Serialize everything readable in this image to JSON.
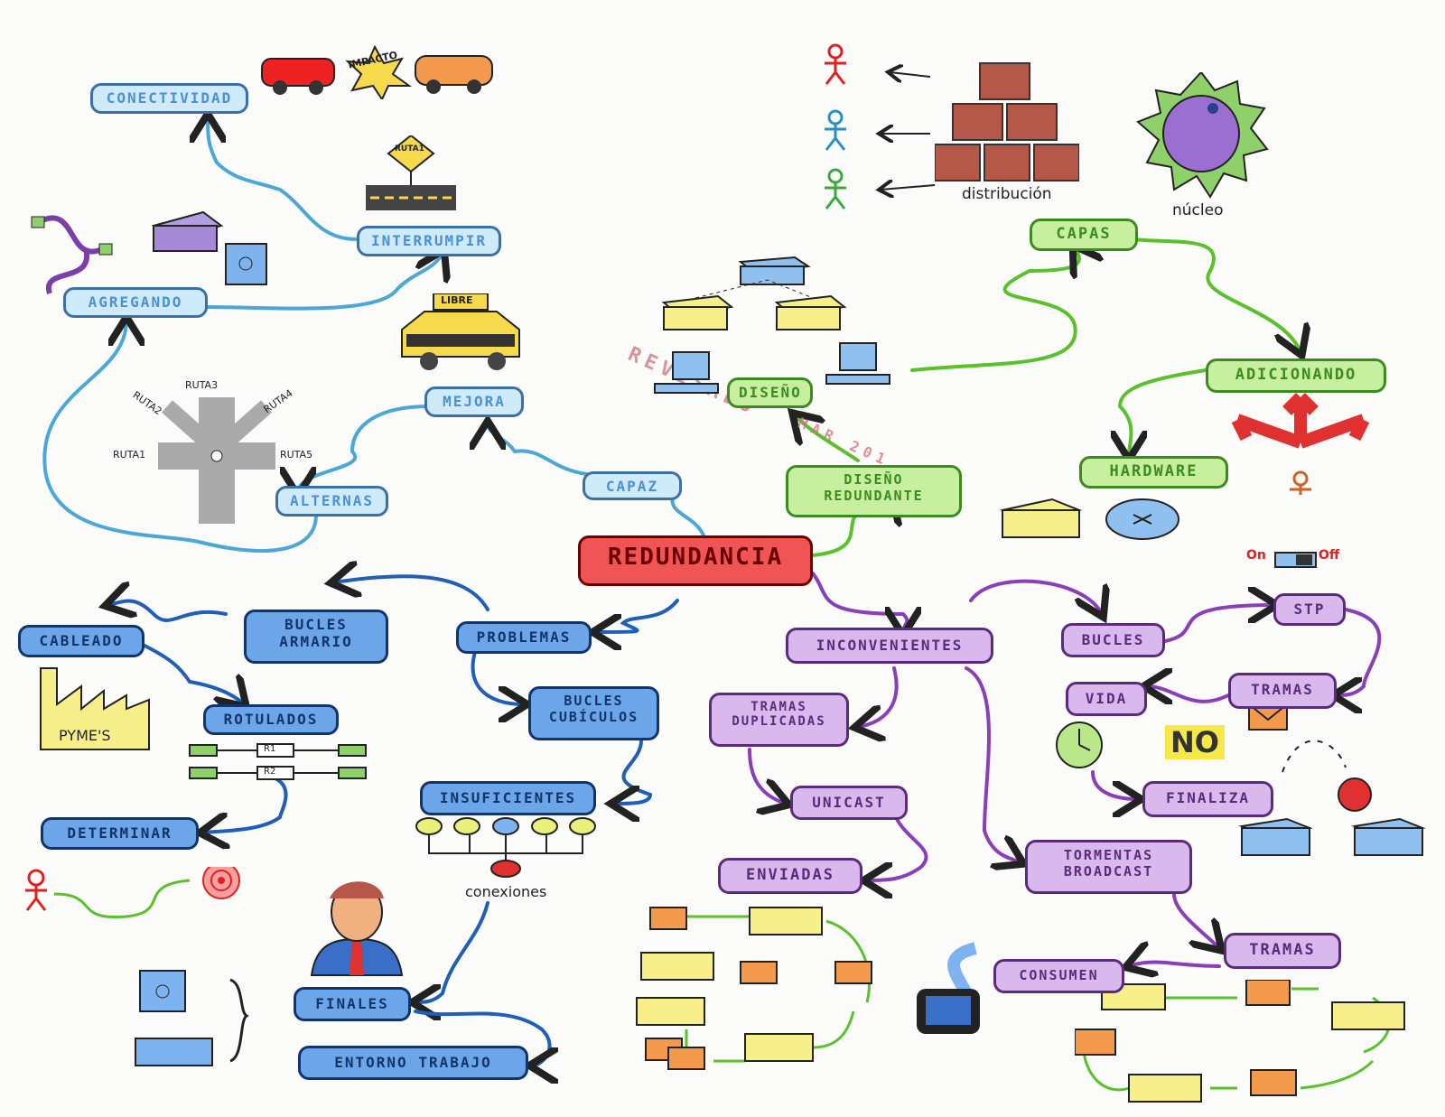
{
  "center": "REDUNDANCIA",
  "nodes": {
    "conectividad": "CONECTIVIDAD",
    "interrumpir": "INTERRUMPIR",
    "agregando": "AGREGANDO",
    "mejora": "MEJORA",
    "alternas": "ALTERNAS",
    "capaz": "CAPAZ",
    "diseno": "DISEÑO",
    "diseno_redundante": "DISEÑO\nREDUNDANTE",
    "capas": "CAPAS",
    "adicionando": "ADICIONANDO",
    "hardware": "HARDWARE",
    "problemas": "PROBLEMAS",
    "bucles_armario": "BUCLES\nARMARIO",
    "cableado": "CABLEADO",
    "rotulados": "ROTULADOS",
    "determinar": "DETERMINAR",
    "bucles_cubiculos": "BUCLES\nCUBÍCULOS",
    "insuficientes": "INSUFICIENTES",
    "finales": "FINALES",
    "entorno_trabajo": "ENTORNO TRABAJO",
    "inconvenientes": "INCONVENIENTES",
    "tramas_duplicadas": "TRAMAS\nDUPLICADAS",
    "unicast": "UNICAST",
    "enviadas": "ENVIADAS",
    "tormentas_broadcast": "TORMENTAS\nBROADCAST",
    "tramas_b": "TRAMAS",
    "consumen": "CONSUMEN",
    "bucles": "BUCLES",
    "stp": "STP",
    "tramas_a": "TRAMAS",
    "vida": "VIDA",
    "finaliza": "FINALIZA"
  },
  "labels": {
    "impacto": "IMPACTO",
    "ruta1_sign": "RUTA1",
    "libre": "LIBRE",
    "ruta1": "RUTA1",
    "ruta2": "RUTA2",
    "ruta3": "RUTA3",
    "ruta4": "RUTA4",
    "ruta5": "RUTA5",
    "distribucion": "distribución",
    "nucleo": "núcleo",
    "pymes": "PYME'S",
    "r1": "R1",
    "r2": "R2",
    "conexiones": "conexiones",
    "on": "On",
    "off": "Off",
    "no": "NO",
    "stamp_revisado": "REVISADO",
    "stamp_date": "MAR 201"
  },
  "icons": [
    "red-car-icon",
    "impact-star-icon",
    "orange-car-icon",
    "road-sign-icon",
    "switch-icon",
    "server-box-icon",
    "network-cable-icon",
    "taxi-icon",
    "intersection-icon",
    "stick-figure-icon",
    "brick-pyramid-icon",
    "core-sun-icon",
    "arrows-icon",
    "router-icon",
    "computer-icon",
    "factory-icon",
    "cable-label-icon",
    "target-icon",
    "businessman-icon",
    "clock-icon",
    "envelope-icon",
    "toggle-switch-icon",
    "ball-icon",
    "tv-icon"
  ],
  "colors": {
    "light_blue": "#cfeaf8",
    "blue": "#6da6e8",
    "green": "#c6f0a0",
    "purple": "#d9b8ee",
    "red": "#f05454"
  }
}
